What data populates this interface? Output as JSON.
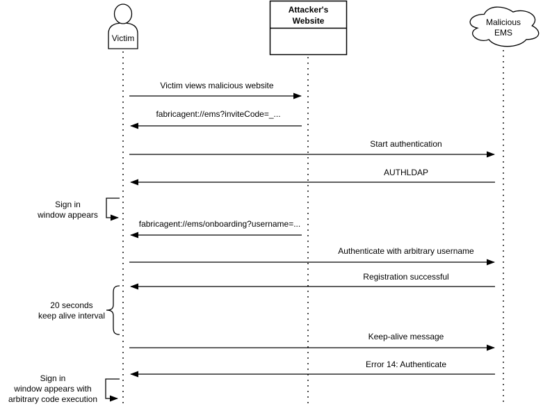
{
  "diagram": {
    "kind": "sequence-diagram",
    "background_color": "#ffffff",
    "line_color": "#000000",
    "text_color": "#000000"
  },
  "actors": {
    "victim": {
      "label": "Victim",
      "shape": "person"
    },
    "attacker_website": {
      "label": "Attacker's\nWebsite",
      "shape": "box"
    },
    "malicious_ems": {
      "label": "Malicious\nEMS",
      "shape": "cloud"
    }
  },
  "messages": [
    {
      "label": "Victim views malicious website",
      "from": "Victim",
      "to": "Attacker's Website",
      "direction": "right"
    },
    {
      "label": "fabricagent://ems?inviteCode=_...",
      "from": "Attacker's Website",
      "to": "Victim",
      "direction": "left"
    },
    {
      "label": "Start authentication",
      "from": "Victim",
      "to": "Malicious EMS",
      "direction": "right"
    },
    {
      "label": "AUTHLDAP",
      "from": "Malicious EMS",
      "to": "Victim",
      "direction": "left"
    },
    {
      "label": "fabricagent://ems/onboarding?username=...",
      "from": "Attacker's Website",
      "to": "Victim",
      "direction": "left"
    },
    {
      "label": "Authenticate with arbitrary username",
      "from": "Victim",
      "to": "Malicious EMS",
      "direction": "right"
    },
    {
      "label": "Registration successful",
      "from": "Malicious EMS",
      "to": "Victim",
      "direction": "left"
    },
    {
      "label": "Keep-alive message",
      "from": "Victim",
      "to": "Malicious EMS",
      "direction": "right"
    },
    {
      "label": "Error 14: Authenticate",
      "from": "Malicious EMS",
      "to": "Victim",
      "direction": "left"
    }
  ],
  "annotations": [
    {
      "label": "Sign in\nwindow appears",
      "type": "self-message",
      "target": "Victim"
    },
    {
      "label": "20 seconds\nkeep alive interval",
      "type": "interval-brace",
      "target": "Victim"
    },
    {
      "label": "Sign in\nwindow appears with\narbitrary code execution",
      "type": "self-message",
      "target": "Victim"
    }
  ]
}
